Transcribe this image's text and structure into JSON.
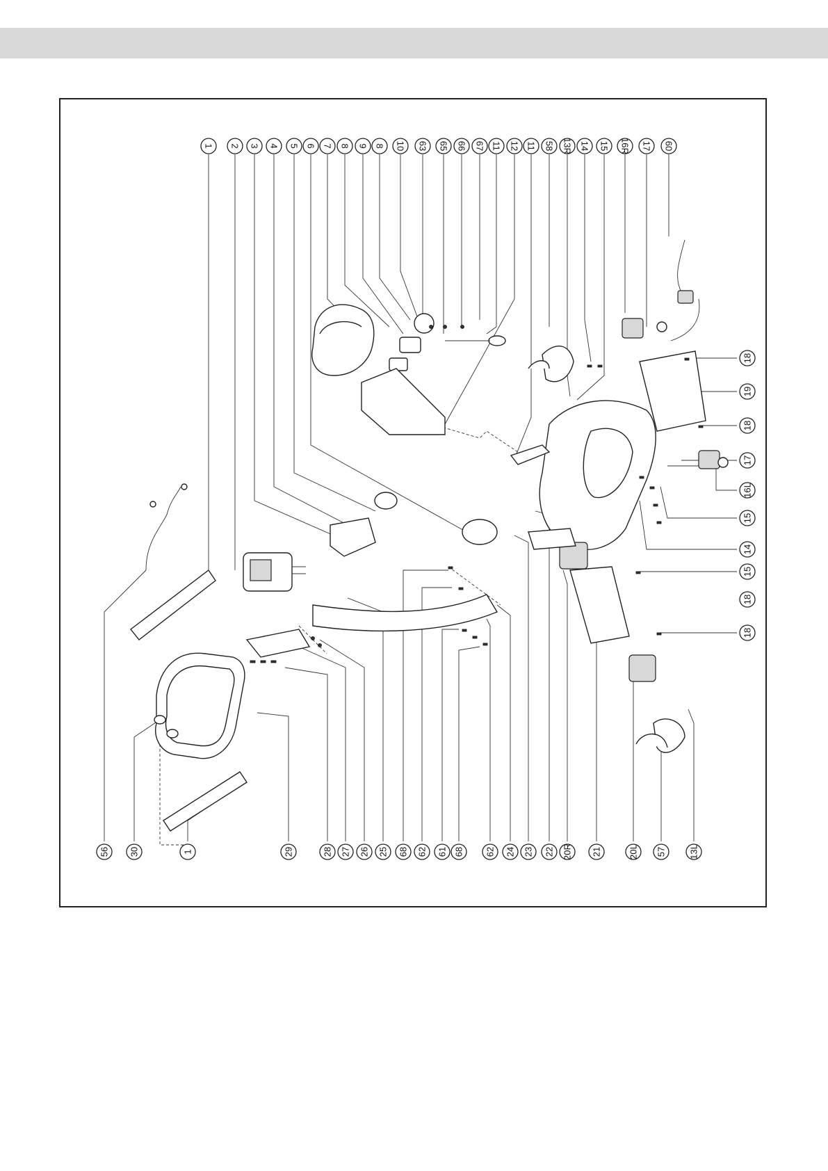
{
  "diagram": {
    "top_labels": [
      "1",
      "2",
      "3",
      "4",
      "5",
      "6",
      "7",
      "8",
      "9",
      "8",
      "10",
      "63",
      "65",
      "66",
      "67",
      "11",
      "12",
      "11",
      "58",
      "13R",
      "14",
      "15",
      "16R",
      "17",
      "60"
    ],
    "right_labels": [
      "18",
      "19",
      "18",
      "17",
      "16L",
      "15",
      "14",
      "15",
      "18",
      "18"
    ],
    "bottom_labels": [
      "56",
      "30",
      "1",
      "29",
      "28",
      "27",
      "26",
      "25",
      "68",
      "62",
      "61",
      "68",
      "62",
      "24",
      "23",
      "22",
      "20R",
      "21",
      "20L",
      "57",
      "13L"
    ]
  }
}
